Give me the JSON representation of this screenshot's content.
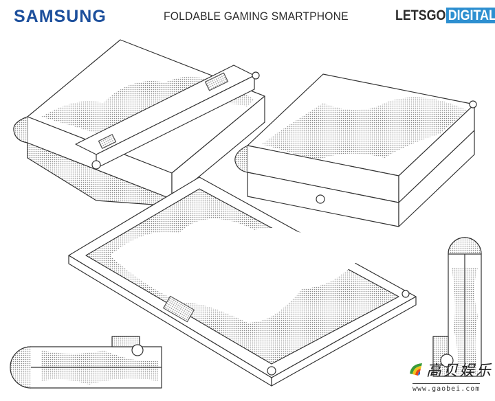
{
  "header": {
    "brand": "SAMSUNG",
    "title": "FOLDABLE GAMING SMARTPHONE",
    "source_logo_part1": "LETSGO",
    "source_logo_part2": "DIGITAL"
  },
  "watermark": {
    "name": "高贝娱乐",
    "url": "www.gaobei.com"
  },
  "colors": {
    "brand": "#1c4f9c",
    "source_accent": "#2d8fd0",
    "line": "#333333",
    "stipple": "#9a9a9a"
  }
}
